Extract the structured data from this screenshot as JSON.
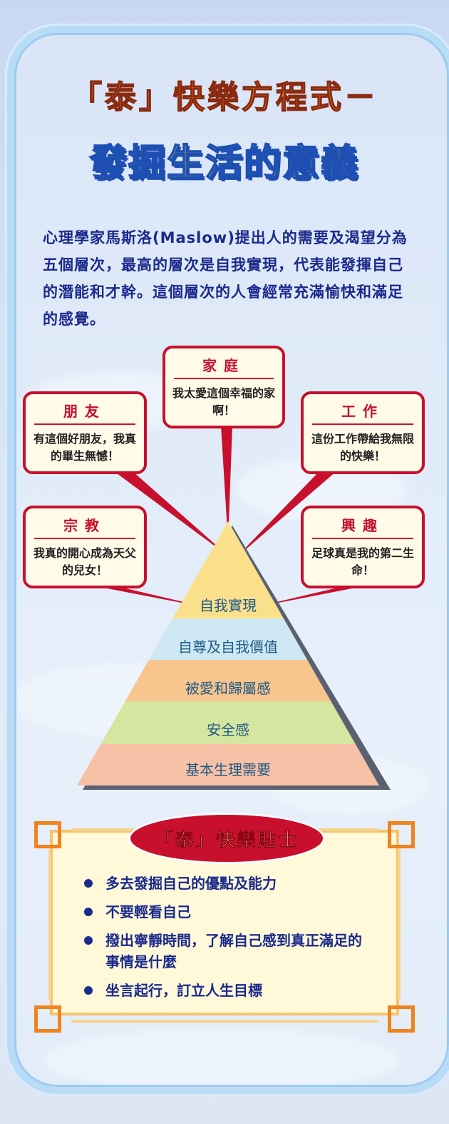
{
  "title_line1": "「泰」快樂方程式－",
  "title_line2": "發掘生活的意義",
  "intro_text": "心理學家馬斯洛(Maslow)提出人的需要及渴望分為五個層次，最高的層次是自我實現，代表能發揮自己的潛能和才幹。這個層次的人會經常充滿愉快和滿足的感覺。",
  "bubbles": {
    "family": {
      "head": "家庭",
      "body": "我太愛這個幸福的家啊！"
    },
    "friends": {
      "head": "朋友",
      "body": "有這個好朋友，我真的畢生無憾！"
    },
    "work": {
      "head": "工作",
      "body": "這份工作帶給我無限的快樂！"
    },
    "religion": {
      "head": "宗教",
      "body": "我真的開心成為天父的兒女！"
    },
    "interest": {
      "head": "興趣",
      "body": "足球真是我的第二生命！"
    }
  },
  "pyramid": {
    "levels": [
      "自我實現",
      "自尊及自我價值",
      "被愛和歸屬感",
      "安全感",
      "基本生理需要"
    ],
    "colors": [
      "#fbe08c",
      "#cde8f2",
      "#f8c58e",
      "#d6e6a0",
      "#f6c1a6"
    ]
  },
  "tips": {
    "title": "「泰」快樂貼士",
    "items": [
      "多去發掘自己的優點及能力",
      "不要輕看自己",
      "撥出寧靜時間，了解自己感到真正滿足的事情是什麼",
      "坐言起行，訂立人生目標"
    ]
  },
  "colors": {
    "accent_red": "#c8102e",
    "title_orange": "#f08a1c",
    "title_yellow": "#ffe62a",
    "text_blue": "#1b2a8c",
    "frame_blue": "#b9dcf6"
  }
}
